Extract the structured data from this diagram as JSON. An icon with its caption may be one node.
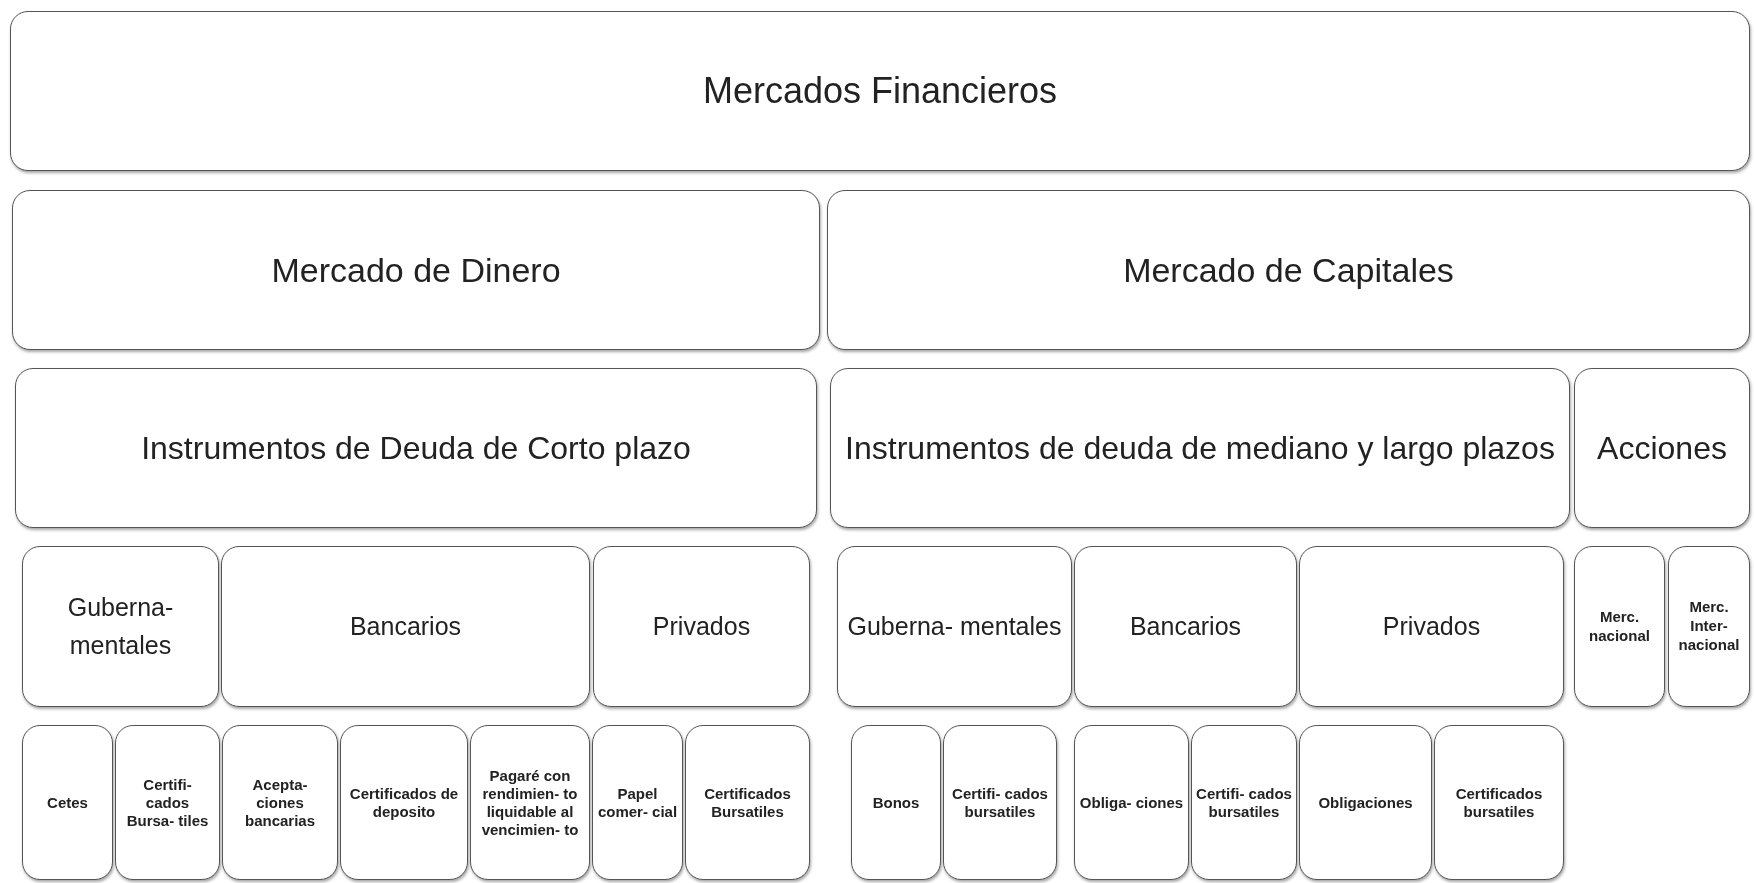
{
  "diagram": {
    "nodes": [
      {
        "text": [
          "Mercados Financieros"
        ]
      },
      {
        "text": [
          "Mercado de  Dinero"
        ]
      },
      {
        "text": [
          "Mercado de Capitales"
        ]
      },
      {
        "text": [
          "Instrumentos de Deuda de Corto plazo"
        ]
      },
      {
        "text": [
          "Instrumentos de deuda de mediano y largo plazos"
        ]
      },
      {
        "text": [
          "Acciones"
        ]
      },
      {
        "text": [
          "Guberna- mentales"
        ]
      },
      {
        "text": [
          "Bancarios"
        ]
      },
      {
        "text": [
          "Privados"
        ]
      },
      {
        "text": [
          "Guberna- mentales"
        ]
      },
      {
        "text": [
          "Bancarios"
        ]
      },
      {
        "text": [
          "Privados"
        ]
      },
      {
        "text": [
          "Merc. nacional"
        ]
      },
      {
        "text": [
          "Merc. Inter- nacional"
        ]
      },
      {
        "text": [
          "Cetes"
        ]
      },
      {
        "text": [
          "Certifi- cados Bursa- tiles"
        ]
      },
      {
        "text": [
          "Acepta- ciones bancarias"
        ]
      },
      {
        "text": [
          "Certificados de deposito"
        ]
      },
      {
        "text": [
          "Pagaré con rendimien- to liquidable al vencimien- to"
        ]
      },
      {
        "text": [
          "Papel comer- cial"
        ]
      },
      {
        "text": [
          "Certificados Bursatiles"
        ]
      },
      {
        "text": [
          "Bonos"
        ]
      },
      {
        "text": [
          "Certifi- cados bursatiles"
        ]
      },
      {
        "text": [
          "Obliga- ciones"
        ]
      },
      {
        "text": [
          "Certifi- cados bursatiles"
        ]
      },
      {
        "text": [
          "Obligaciones"
        ]
      },
      {
        "text": [
          "Certificados bursatiles"
        ]
      }
    ]
  }
}
